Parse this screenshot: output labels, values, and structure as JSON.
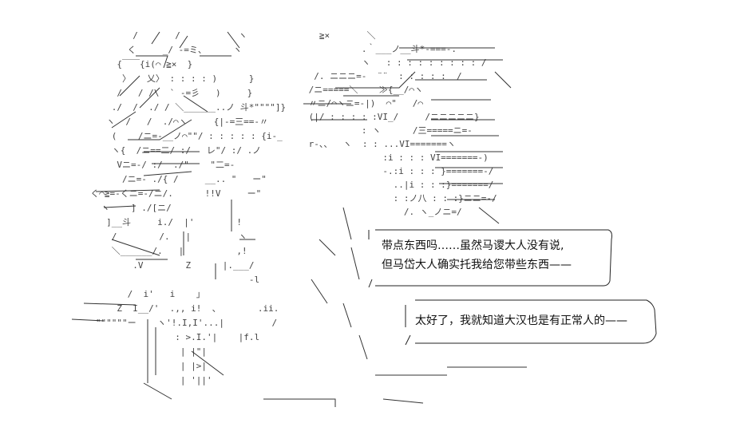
{
  "dialogue": {
    "speech_left": {
      "line1": "带点东西吗……虽然马谡大人没有说,",
      "line2": "但马岱大人确实托我给您带些东西——"
    },
    "speech_right": {
      "line1": "太好了，我就知道大汉也是有正常人的——"
    }
  },
  "ascii_art": {
    "left_figure": "          /       /           ヽ\n         く     _/ -=ミ、     ヽ\n       {￣￣{i(⌒ ≧×  }\n        〉   乂〉 : : : : )      }\n       /   / /\\  ` -=彡   )     }\n      ./  /  ./ / ＼______..ノ 斗*\"\"\"\"]}\n     ヽ  /   /  ./⌒ヽ     {|-=三==-〃\n      (    /ニ=-__ノ⌒\"\"/ : : : : : {i-_\n      ヽ{  /ニ==二/ :/   レ\"/ :/ .ノ\n       Vニ=-/ :/  ./\"    \"二=-\n        /ニ=- ./{ /     __.. \"   ー\"\n  く⌒≧=-くニ=-/ニ/.      !!V     ー\"\n    ヽ    ] ./[ニ/\n     ]__斗     i./  |'        !\n      /        /.   |         ヽ\n      ＼______/.   |          ,!\n          .V        Z      |.___/\n                                ‐l\n         /  i'   i    」\n       Z  I__/'  .,, i!  、       .ii.\n   \"\"\"\"\"\"ー    ヽ'!.I,I'...|         /\n                  : >.I.'|    |f.l\n                   | |\"|\n                   | |>|\n                   | '||'",
    "right_figure": "   ≧×       ＼\n           .｀___ノ__斗*-===-.\n           ヽ   : : : : : : : : : /\n  /. ニニニ=-  ¨¨  : : : : :  /\n /ニ=====＼    ≫{__/⌒ヽ\n 〃ニ/⌒ヽニ=-|)  ⌒\"   /⌒\n (|/ : : : : :VI_/     /ニニニニニ}\n           : ヽ      /三=====ニ=-\n r‐、、  ヽ  : : ...VI=======ヽ\n               :i : : : VI=======-)\n               -.:i : : : }=======-/\n                 ..|i : : :}=======/\n                 : :ノ八 : : :}ニニ=-/\n                   /. ヽ_ノニ=/"
  }
}
